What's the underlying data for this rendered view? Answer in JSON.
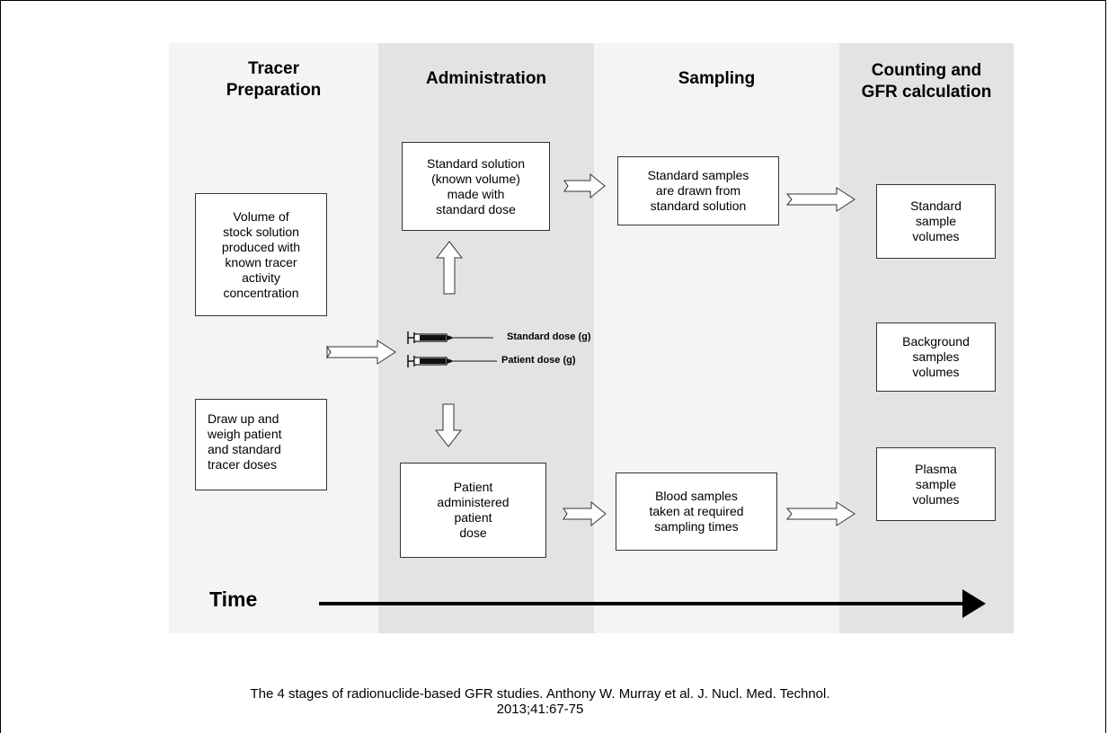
{
  "columns": [
    {
      "title": "Tracer\nPreparation"
    },
    {
      "title": "Administration"
    },
    {
      "title": "Sampling"
    },
    {
      "title": "Counting and\nGFR calculation"
    }
  ],
  "boxes": {
    "stock_solution": "Volume of\nstock solution\nproduced with\nknown tracer\nactivity\nconcentration",
    "draw_up_doses": "Draw up and\nweigh patient\nand standard\ntracer doses",
    "standard_solution": "Standard solution\n(known volume)\nmade with\nstandard dose",
    "patient_administered": "Patient\nadministered\npatient\ndose",
    "standard_samples_drawn": "Standard samples\nare drawn from\nstandard solution",
    "blood_samples": "Blood samples\ntaken at required\nsampling times",
    "standard_volumes": "Standard\nsample\nvolumes",
    "background_volumes": "Background\nsamples\nvolumes",
    "plasma_volumes": "Plasma\nsample\nvolumes"
  },
  "syringes": {
    "standard_dose_label": "Standard dose (g)",
    "patient_dose_label": "Patient dose (g)"
  },
  "timeline": {
    "label": "Time"
  },
  "caption": "The 4 stages of radionuclide-based GFR studies. Anthony W. Murray et al. J. Nucl. Med. Technol.\n2013;41:67-75"
}
